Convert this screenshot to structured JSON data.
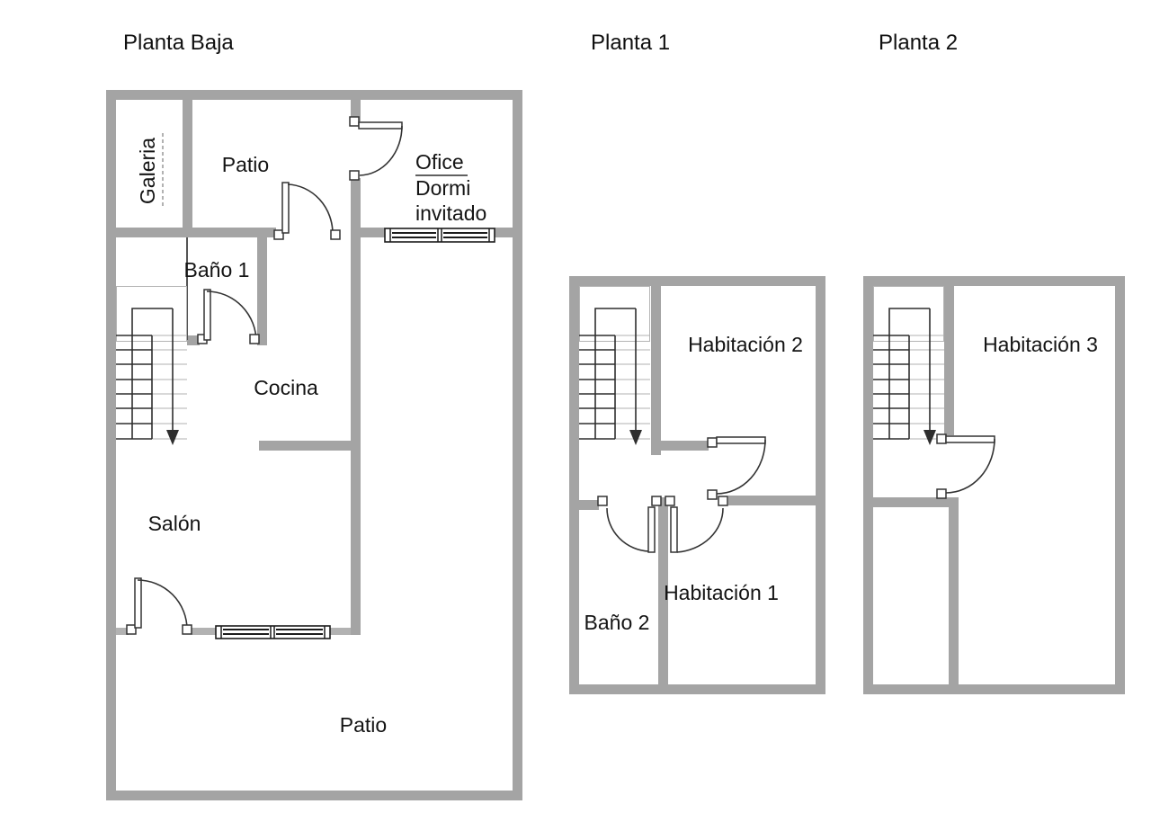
{
  "colors": {
    "wall": "#a4a4a4",
    "thin_wall": "#b2b2b2",
    "line": "#333333",
    "text": "#141414",
    "background": "#ffffff"
  },
  "plans": {
    "baja": {
      "title": "Planta Baja",
      "labels": {
        "galeria": "Galeria",
        "patio_top": "Patio",
        "ofice": "Ofice",
        "dormi": "Dormi",
        "invitado": "invitado",
        "bano1": "Baño 1",
        "cocina": "Cocina",
        "salon": "Salón",
        "patio_bottom": "Patio"
      }
    },
    "p1": {
      "title": "Planta 1",
      "labels": {
        "habitacion2": "Habitación 2",
        "bano2": "Baño 2",
        "habitacion1": "Habitación 1"
      }
    },
    "p2": {
      "title": "Planta 2",
      "labels": {
        "habitacion3": "Habitación 3"
      }
    }
  }
}
